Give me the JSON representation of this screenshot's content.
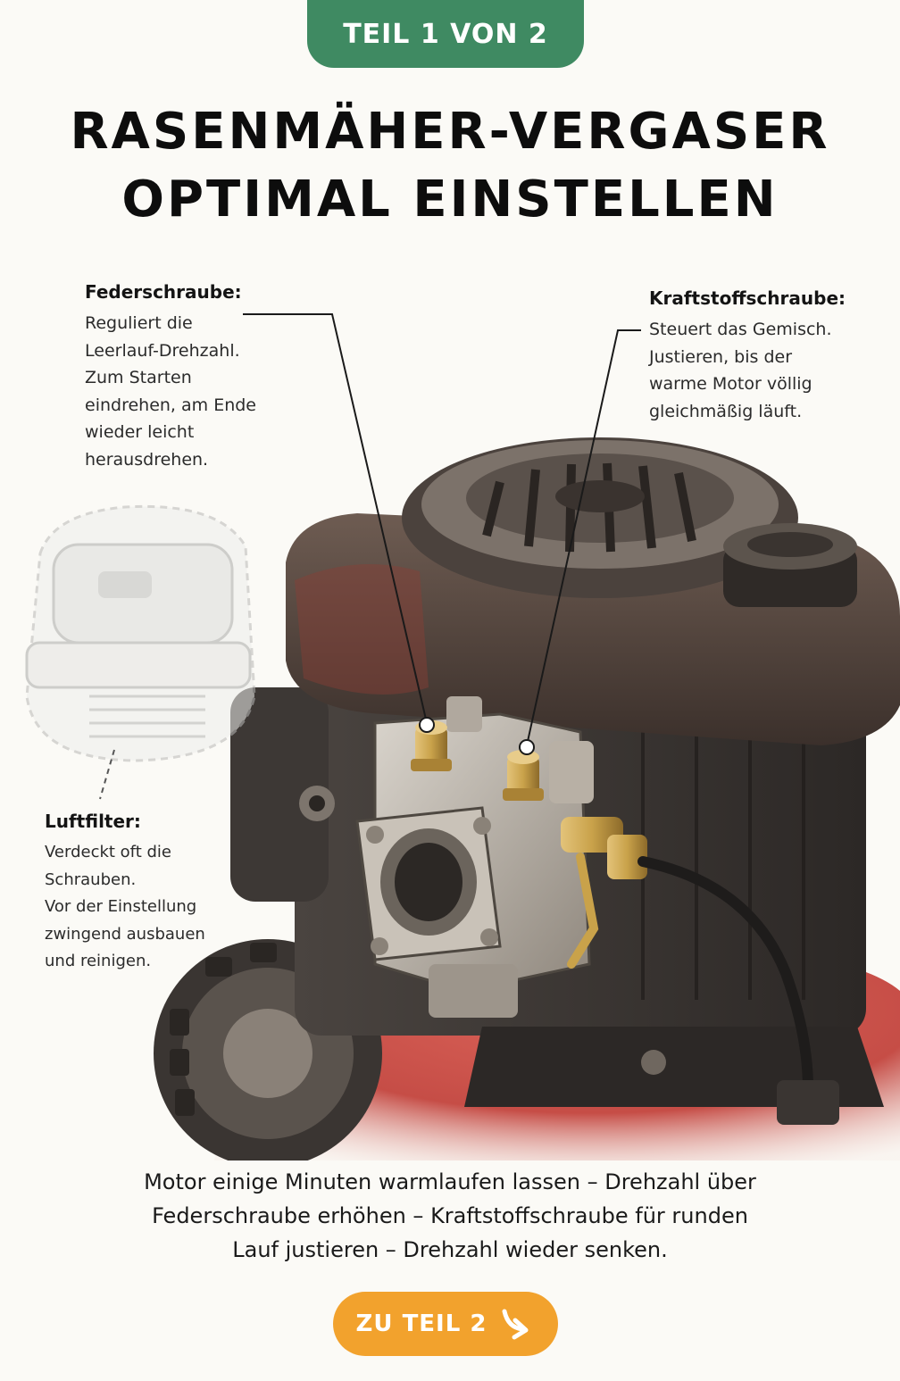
{
  "badge": {
    "label": "TEIL 1 VON 2"
  },
  "title": {
    "line1": "RASENMÄHER-VERGASER",
    "line2": "OPTIMAL EINSTELLEN"
  },
  "callouts": {
    "feder": {
      "heading": "Federschraube:",
      "lines": [
        "Reguliert die",
        "Leerlauf-Drehzahl.",
        "Zum Starten",
        "eindrehen, am Ende",
        "wieder leicht",
        "herausdrehen."
      ]
    },
    "kraftstoff": {
      "heading": "Kraftstoffschraube:",
      "lines": [
        "Steuert das Gemisch.",
        "Justieren, bis der",
        "warme Motor völlig",
        "gleichmäßig läuft."
      ]
    },
    "luftfilter": {
      "heading": "Luftfilter:",
      "lines": [
        "Verdeckt oft die",
        "Schrauben.",
        "Vor der Einstellung",
        "zwingend ausbauen",
        "und reinigen."
      ]
    }
  },
  "instructions": {
    "lines": [
      "Motor einige Minuten warmlaufen lassen – Drehzahl über",
      "Federschraube erhöhen – Kraftstoffschraube für runden",
      "Lauf justieren – Drehzahl wieder senken."
    ]
  },
  "next_button": {
    "label": "ZU TEIL 2",
    "icon": "arrow-down-right-icon"
  },
  "colors": {
    "badge": "#3f8a62",
    "button": "#f2a22d",
    "deck_red": "#c9403a",
    "brass": "#c9a24a"
  }
}
